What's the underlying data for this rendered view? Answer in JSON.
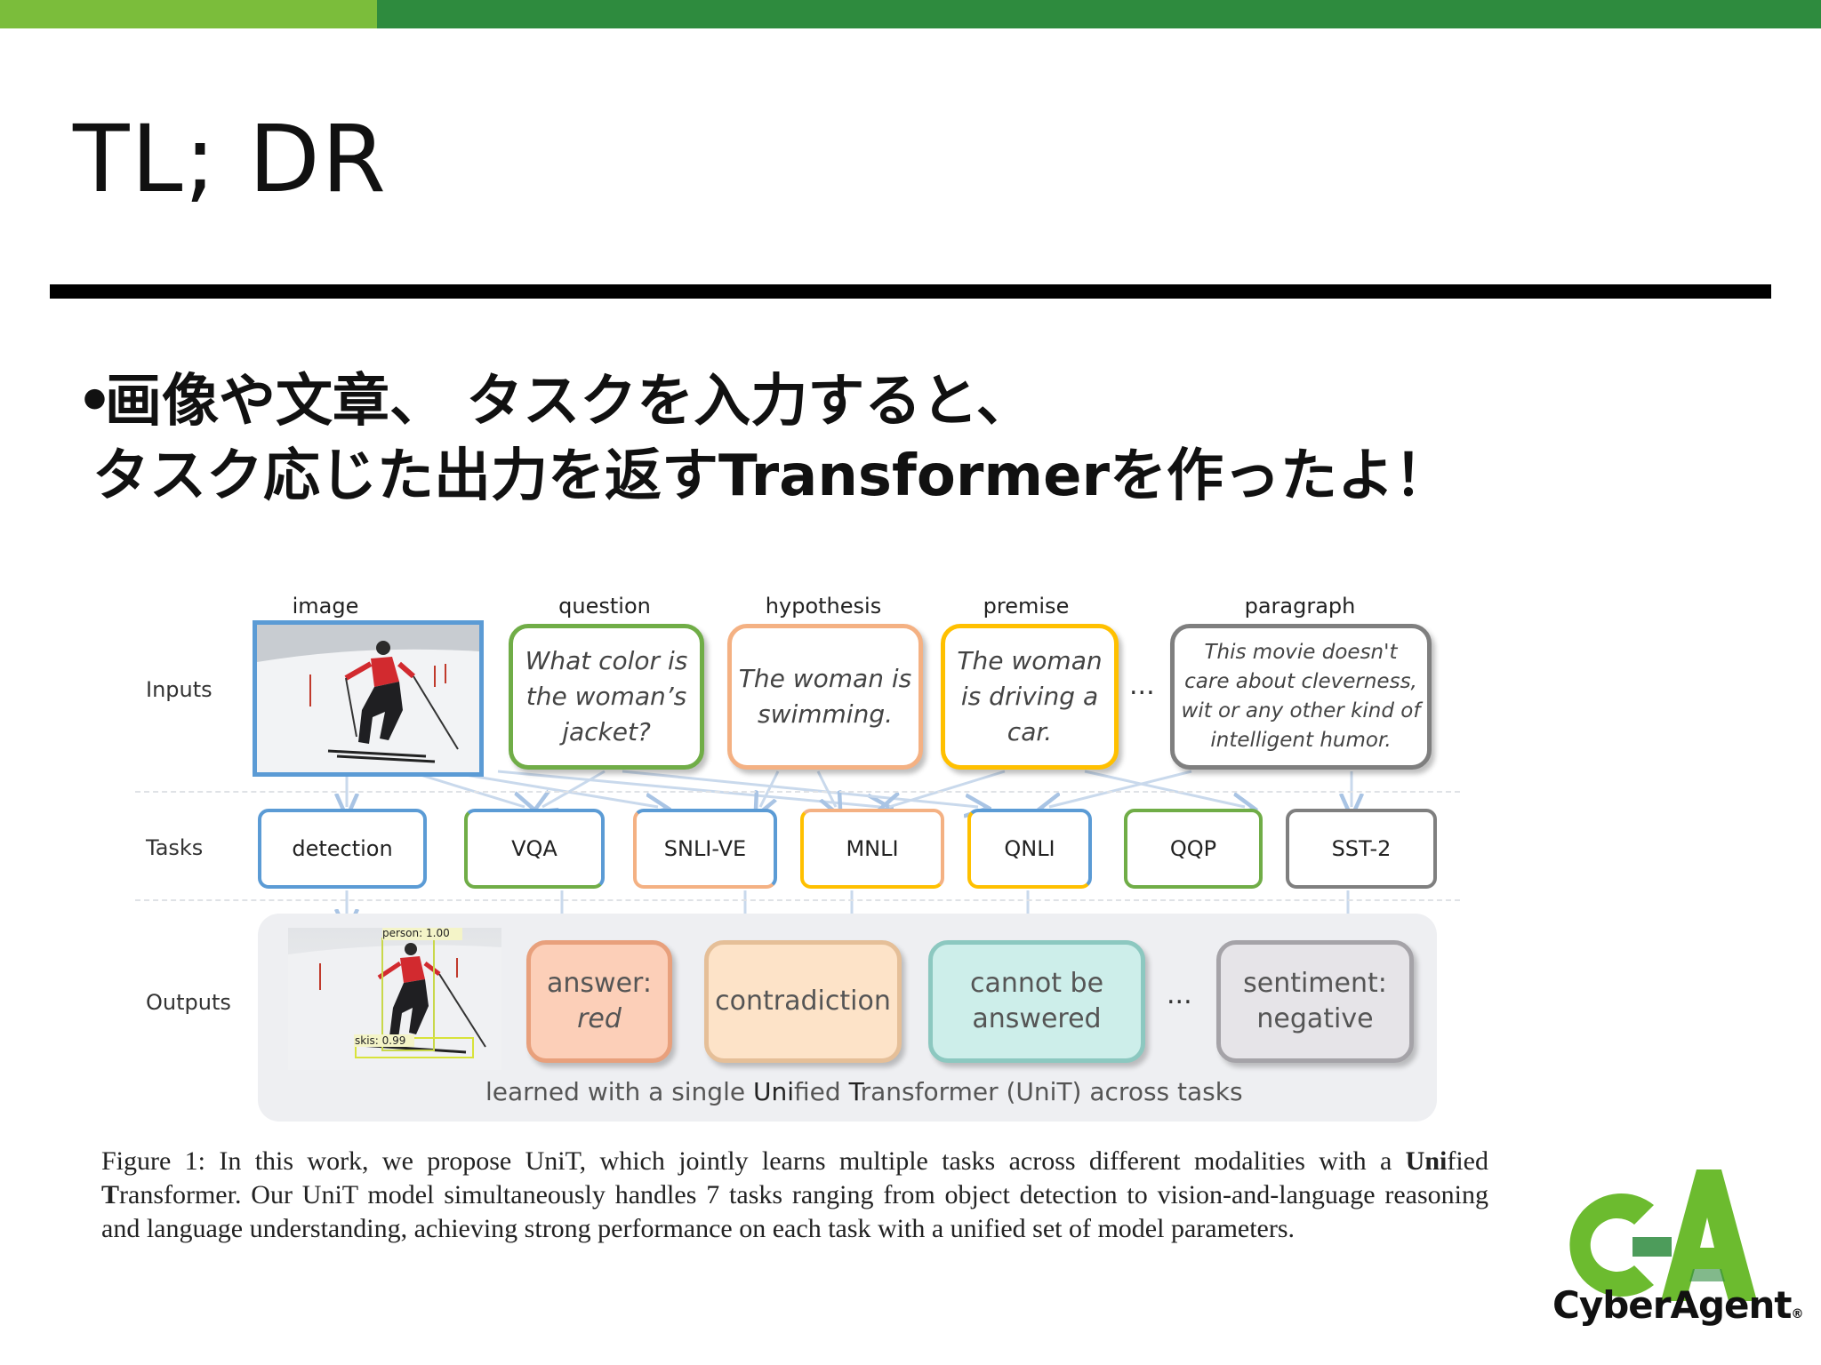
{
  "slide": {
    "title": "TL; DR",
    "bullet_dot": "•",
    "bullet_line1": "画像や文章、 タスクを入力すると、",
    "bullet_line2": "タスク応じた出力を返すTransformerを作ったよ！"
  },
  "figure": {
    "row_labels": {
      "inputs": "Inputs",
      "tasks": "Tasks",
      "outputs": "Outputs"
    },
    "inputs": [
      {
        "label": "image",
        "text": "",
        "color": "#5b9bd5"
      },
      {
        "label": "question",
        "text": "What color is the woman’s jacket?",
        "color": "#70ad47"
      },
      {
        "label": "hypothesis",
        "text": "The woman is swimming.",
        "color": "#f4b183"
      },
      {
        "label": "premise",
        "text": "The woman is driving a car.",
        "color": "#ffc000"
      },
      {
        "label": "paragraph",
        "text": "This movie doesn't care about cleverness, wit or any other kind of intelligent humor.",
        "color": "#7f7f7f"
      }
    ],
    "ellipsis": "...",
    "tasks": [
      {
        "name": "detection",
        "color": "#5b9bd5"
      },
      {
        "name": "VQA",
        "color": "#5b9bd5"
      },
      {
        "name": "SNLI-VE",
        "color": "#5b9bd5"
      },
      {
        "name": "MNLI",
        "color": "#f4b183"
      },
      {
        "name": "QNLI",
        "color": "#5b9bd5"
      },
      {
        "name": "QQP",
        "color": "#70ad47"
      },
      {
        "name": "SST-2",
        "color": "#7f7f7f"
      }
    ],
    "detections": {
      "person": "person: 1.00",
      "skis": "skis: 0.99"
    },
    "outputs": [
      {
        "line1": "answer:",
        "line2": "red",
        "bg": "#fccfb8",
        "border": "#e8a07c"
      },
      {
        "line1": "contradiction",
        "line2": "",
        "bg": "#fde3c8",
        "border": "#e5bf98"
      },
      {
        "line1": "cannot be",
        "line2": "answered",
        "bg": "#cdeeea",
        "border": "#8cc8c0"
      },
      {
        "line1": "sentiment:",
        "line2": "negative",
        "bg": "#e6e4e8",
        "border": "#a5a3a8"
      }
    ],
    "panel_caption_parts": [
      "learned with a single ",
      "Uni",
      "fied ",
      "T",
      "ransformer (UniT) across tasks"
    ]
  },
  "caption": {
    "p1": "Figure 1: In this work, we propose UniT, which jointly learns multiple tasks across different modalities with a ",
    "b1": "Uni",
    "p2": "fied ",
    "b2": "T",
    "p3": "ransformer. Our UniT model simultaneously handles 7 tasks ranging from object detection to vision-and-language reasoning and language understanding, achieving strong performance on each task with a unified set of model parameters."
  },
  "logo": {
    "mark": "CA",
    "text": "CyberAgent",
    "registered": "®",
    "green": "#6cbb2f",
    "dark_green": "#2e8b3e"
  }
}
